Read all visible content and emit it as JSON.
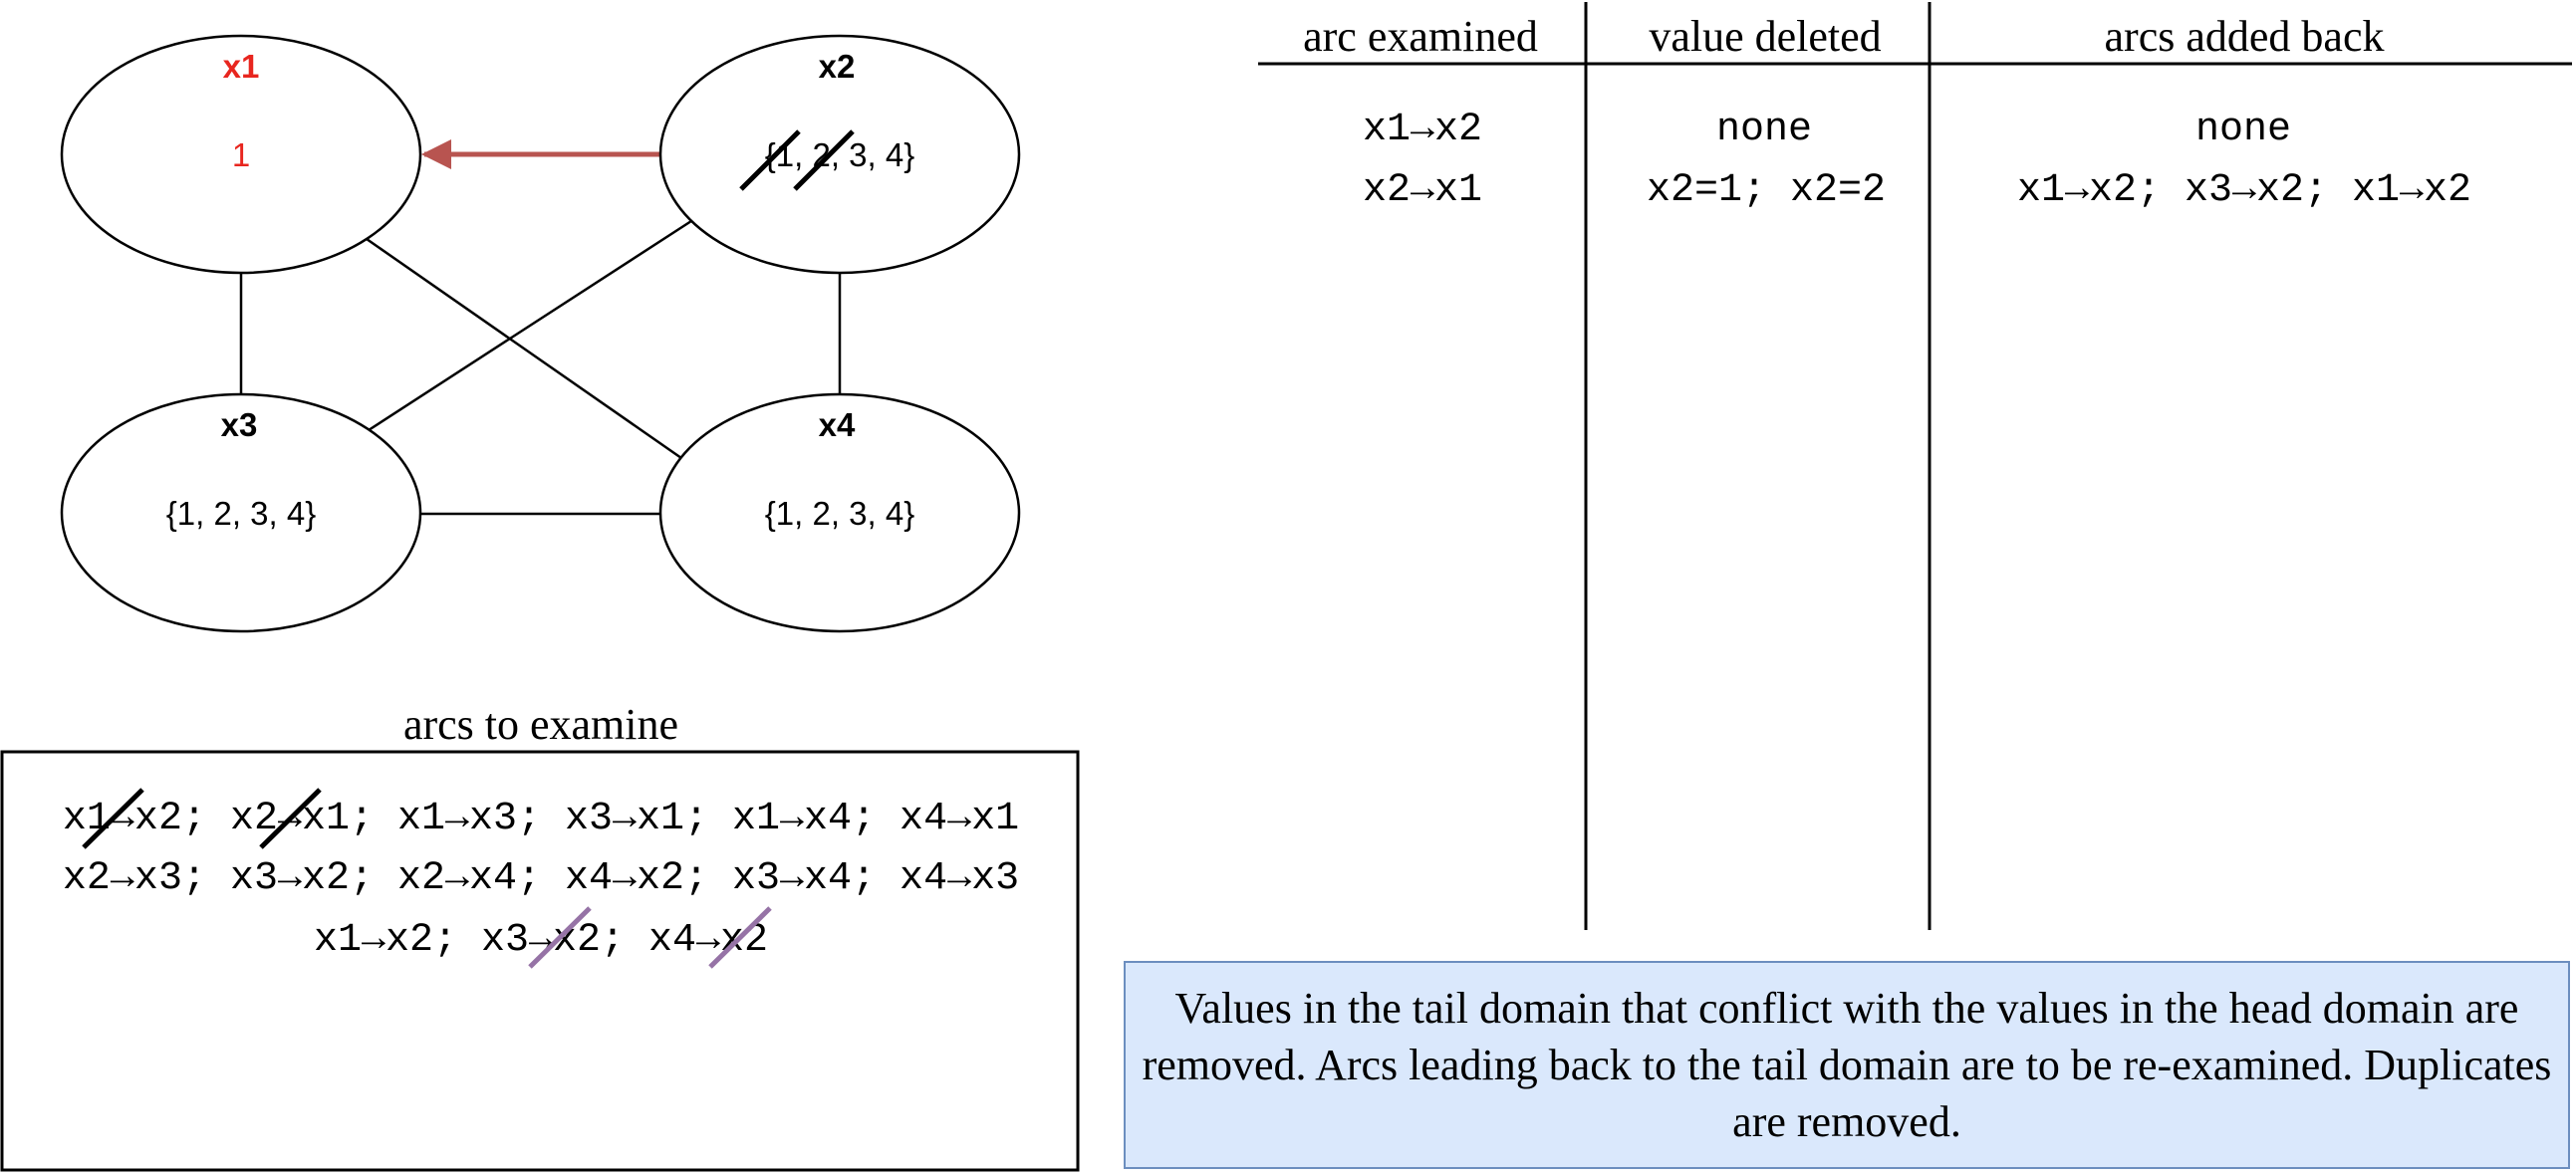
{
  "colors": {
    "accent_red": "#e8261f",
    "arrow_red": "#b85450",
    "strike_purple": "#9673a6",
    "note_fill": "#dae8fc",
    "note_border": "#6c8ebf"
  },
  "graph": {
    "nodes": [
      {
        "id": "x1",
        "label": "x1",
        "domain": "1",
        "highlight": true
      },
      {
        "id": "x2",
        "label": "x2",
        "domain": "{1, 2, 3, 4}",
        "highlight": false
      },
      {
        "id": "x3",
        "label": "x3",
        "domain": "{1, 2, 3, 4}",
        "highlight": false
      },
      {
        "id": "x4",
        "label": "x4",
        "domain": "{1, 2, 3, 4}",
        "highlight": false
      }
    ],
    "directed_arc": {
      "from": "x2",
      "to": "x1"
    }
  },
  "table": {
    "headers": [
      "arc examined",
      "value deleted",
      "arcs added back"
    ],
    "rows": [
      [
        "x1→x2",
        "none",
        "none"
      ],
      [
        "x2→x1",
        "x2=1; x2=2",
        "x1→x2; x3→x2; x1→x2"
      ]
    ]
  },
  "queue": {
    "title": "arcs to examine",
    "lines": [
      "x1→x2; x2→x1; x1→x3; x3→x1; x1→x4; x4→x1",
      "x2→x3; x3→x2; x2→x4; x4→x2; x3→x4; x4→x3",
      "x1→x2; x3→x2; x4→x2"
    ]
  },
  "note": "Values in the tail domain that conflict with the values in the head domain are removed. Arcs leading back to the tail domain are to be re-examined. Duplicates are removed."
}
